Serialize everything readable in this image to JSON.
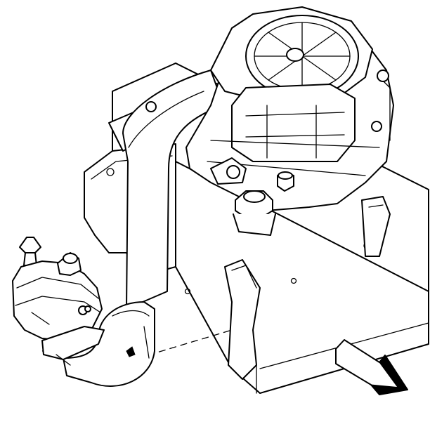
{
  "diagram": {
    "parts": [
      {
        "id": "air-pump",
        "icon": "air-pump-icon"
      },
      {
        "id": "outlet-hose",
        "icon": "hose-icon"
      },
      {
        "id": "check-valve",
        "icon": "valve-icon"
      },
      {
        "id": "mounting-bracket",
        "icon": "bracket-icon"
      },
      {
        "id": "frame-rail",
        "icon": "frame-icon"
      },
      {
        "id": "mounting-bolt",
        "icon": "bolt-icon"
      },
      {
        "id": "orientation-arrow",
        "icon": "arrow-icon"
      }
    ]
  }
}
